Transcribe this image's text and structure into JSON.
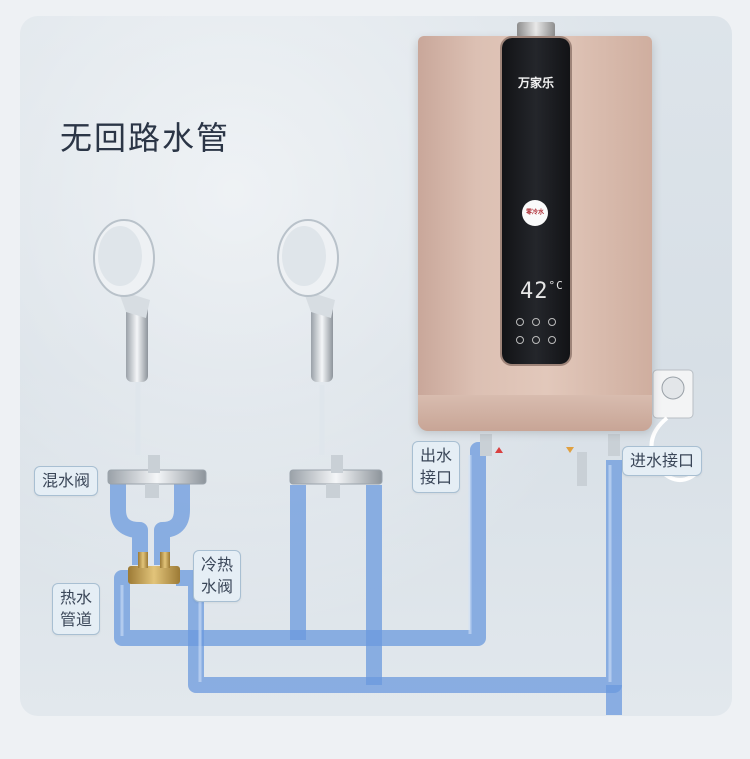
{
  "title": "无回路水管",
  "labels": {
    "mixing_valve": "混水阀",
    "hot_pipe": [
      "热水",
      "管道"
    ],
    "cold_hot_valve": [
      "冷热",
      "水阀"
    ],
    "outlet": [
      "出水",
      "接口"
    ],
    "inlet": "进水接口"
  },
  "heater": {
    "brand": "万家乐",
    "badge": "零冷水",
    "temperature": "42",
    "temp_unit": "°C"
  },
  "colors": {
    "pipe_blue": "#5f8fd8",
    "hot_indicator": "#d94040",
    "heater_body": "#d9bcae",
    "panel": "#1b1c20"
  }
}
